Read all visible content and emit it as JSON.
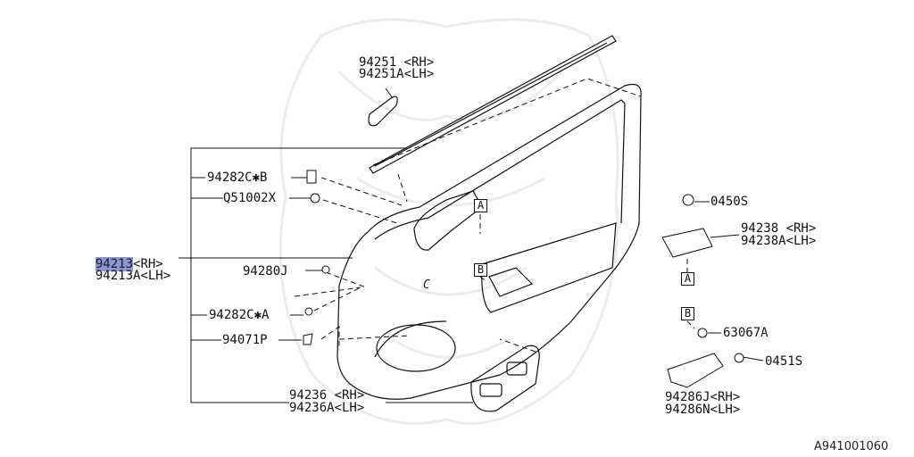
{
  "diagram_id": "A941001060",
  "center_mark": "C",
  "colors": {
    "highlight": "#8b95d6",
    "line": "#111111",
    "watermark": "#ececec"
  },
  "parts": {
    "trim_panel": {
      "rh": "94213",
      "lh": "94213A",
      "rh_suffix": "<RH>",
      "lh_suffix": "<LH>"
    },
    "pull_cup": {
      "rh": "94251 <RH>",
      "lh": "94251A<LH>"
    },
    "clip_b": "94282C✱B",
    "screw_q": "Q51002X",
    "clip_j": "94280J",
    "clip_a": "94282C✱A",
    "clip_p": "94071P",
    "switch_panel": {
      "rh": "94236 <RH>",
      "lh": "94236A<LH>"
    },
    "screw_0450": "0450S",
    "handle_cover": {
      "rh": "94238 <RH>",
      "lh": "94238A<LH>"
    },
    "clip_63067": "63067A",
    "screw_0451": "0451S",
    "pocket": {
      "rh": "94286J<RH>",
      "lh": "94286N<LH>"
    }
  },
  "callouts": {
    "a": "A",
    "b": "B"
  }
}
